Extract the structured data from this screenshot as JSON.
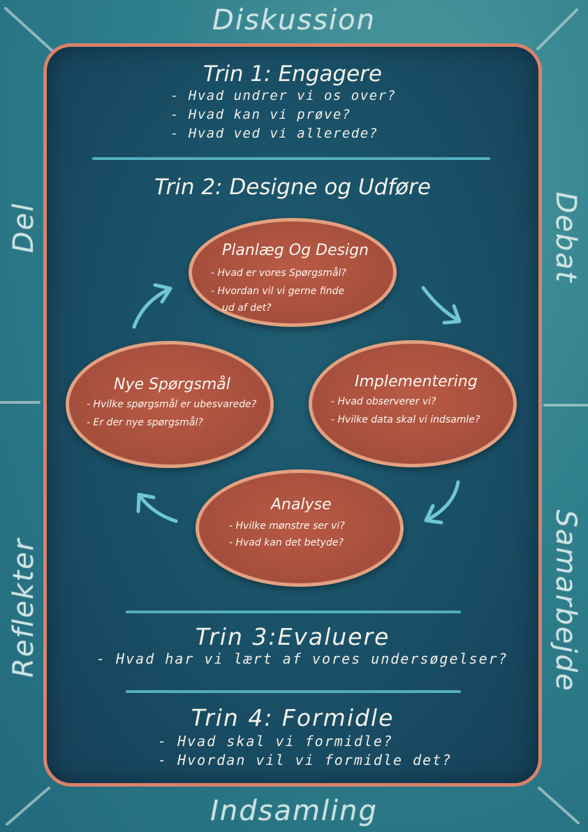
{
  "edges": {
    "top": "Diskussion",
    "bottom": "Indsamling",
    "left_top": "Del",
    "left_bottom": "Reflekter",
    "right_top": "Debat",
    "right_bottom": "Samarbejde"
  },
  "step1": {
    "title": "Trin 1: Engagere",
    "items": [
      "- Hvad undrer vi os over?",
      "- Hvad kan vi prøve?",
      "- Hvad ved vi allerede?"
    ]
  },
  "step2": {
    "title": "Trin 2: Designe og Udføre",
    "cycle": [
      {
        "title": "Planlæg Og Design",
        "items": [
          "- Hvad er vores Spørgsmål?",
          "- Hvordan vil vi gerne finde",
          "ud af det?"
        ]
      },
      {
        "title": "Implementering",
        "items": [
          "- Hvad observerer vi?",
          "- Hvilke data skal vi indsamle?"
        ]
      },
      {
        "title": "Analyse",
        "items": [
          "- Hvilke mønstre ser vi?",
          "- Hvad kan det betyde?"
        ]
      },
      {
        "title": "Nye Spørgsmål",
        "items": [
          "- Hvilke spørgsmål er ubesvarede?",
          "- Er der nye spørgsmål?"
        ]
      }
    ]
  },
  "step3": {
    "title": "Trin 3:Evaluere",
    "items": [
      "- Hvad har vi lært af vores undersøgelser?"
    ]
  },
  "step4": {
    "title": "Trin 4: Formidle",
    "items": [
      "- Hvad skal vi formidle?",
      "- Hvordan vil vi formidle det?"
    ]
  },
  "colors": {
    "background": "#2f7f8c",
    "board": "#194f66",
    "board_border": "#d9826a",
    "oval_fill": "#a8503e",
    "oval_border": "#e3a17f",
    "divider": "#5fc0cf",
    "arrow": "#6fc6d6"
  }
}
